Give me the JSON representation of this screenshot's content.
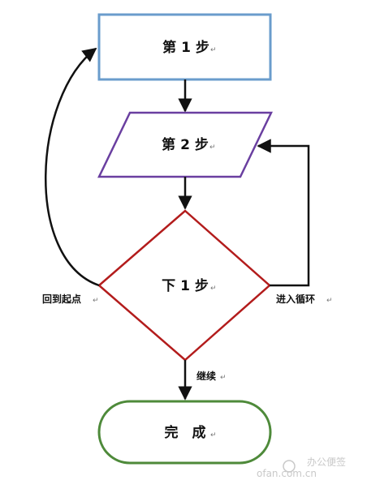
{
  "nodes": {
    "step1": {
      "label": "第 1 步",
      "mark": "↵",
      "border": "#6a9ccc"
    },
    "step2": {
      "label": "第 2 步",
      "mark": "↵",
      "border": "#6a3fa0"
    },
    "next1": {
      "label": "下 1 步",
      "mark": "↵",
      "border": "#b31c1c"
    },
    "done": {
      "label": "完　成",
      "mark": "↵",
      "border": "#4e8a3a"
    }
  },
  "edges": {
    "back_to_start": {
      "label": "回到起点",
      "mark": "↵"
    },
    "loop": {
      "label": "进入循环",
      "mark": "↵"
    },
    "continue": {
      "label": "继续",
      "mark": "↵"
    }
  },
  "watermark": {
    "text": "ofan.com.cn",
    "brand": "办公便签"
  },
  "colors": {
    "arrow": "#111111",
    "background": "#ffffff"
  }
}
